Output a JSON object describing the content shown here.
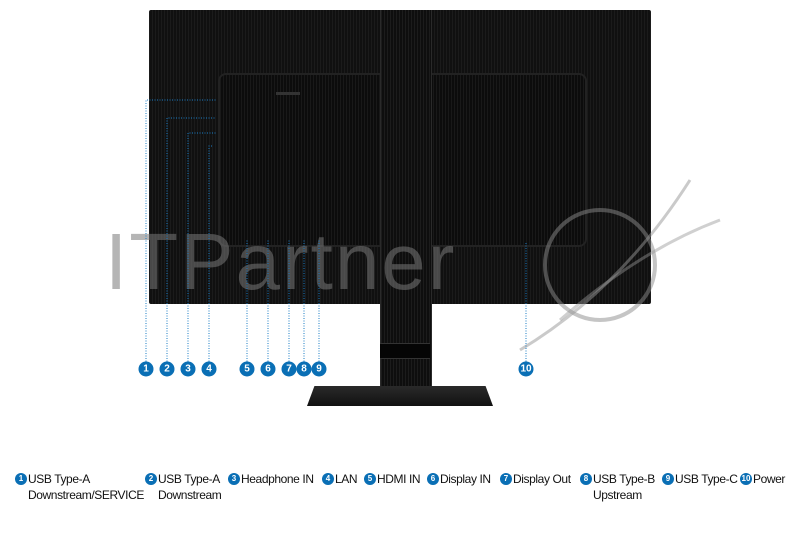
{
  "watermark": "ITPartner",
  "accent_color": "#0a6fb5",
  "callouts": [
    "1",
    "2",
    "3",
    "4",
    "5",
    "6",
    "7",
    "8",
    "9",
    "10"
  ],
  "legend": [
    {
      "num": "1",
      "line1": "USB Type-A",
      "line2": "Downstream/SERVICE"
    },
    {
      "num": "2",
      "line1": "USB Type-A",
      "line2": "Downstream"
    },
    {
      "num": "3",
      "line1": "Headphone IN",
      "line2": ""
    },
    {
      "num": "4",
      "line1": "LAN",
      "line2": ""
    },
    {
      "num": "5",
      "line1": "HDMI IN",
      "line2": ""
    },
    {
      "num": "6",
      "line1": "Display IN",
      "line2": ""
    },
    {
      "num": "7",
      "line1": "Display Out",
      "line2": ""
    },
    {
      "num": "8",
      "line1": "USB Type-B",
      "line2": "Upstream"
    },
    {
      "num": "9",
      "line1": "USB Type-C",
      "line2": ""
    },
    {
      "num": "10",
      "line1": "Power",
      "line2": ""
    }
  ]
}
